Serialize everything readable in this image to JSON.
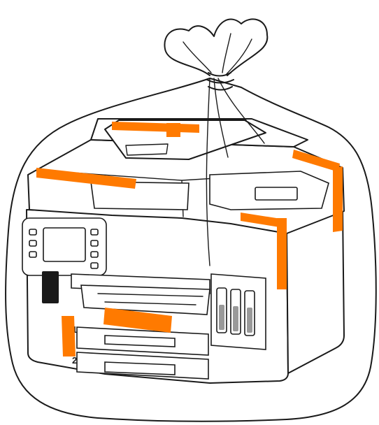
{
  "figure": {
    "cassette_labels": [
      "1",
      "2"
    ]
  },
  "colors": {
    "tape": "#ff7a00",
    "line": "#1a1a1a",
    "background": "#ffffff"
  },
  "icons": [
    "printer-illustration",
    "plastic-bag",
    "protective-tape"
  ]
}
